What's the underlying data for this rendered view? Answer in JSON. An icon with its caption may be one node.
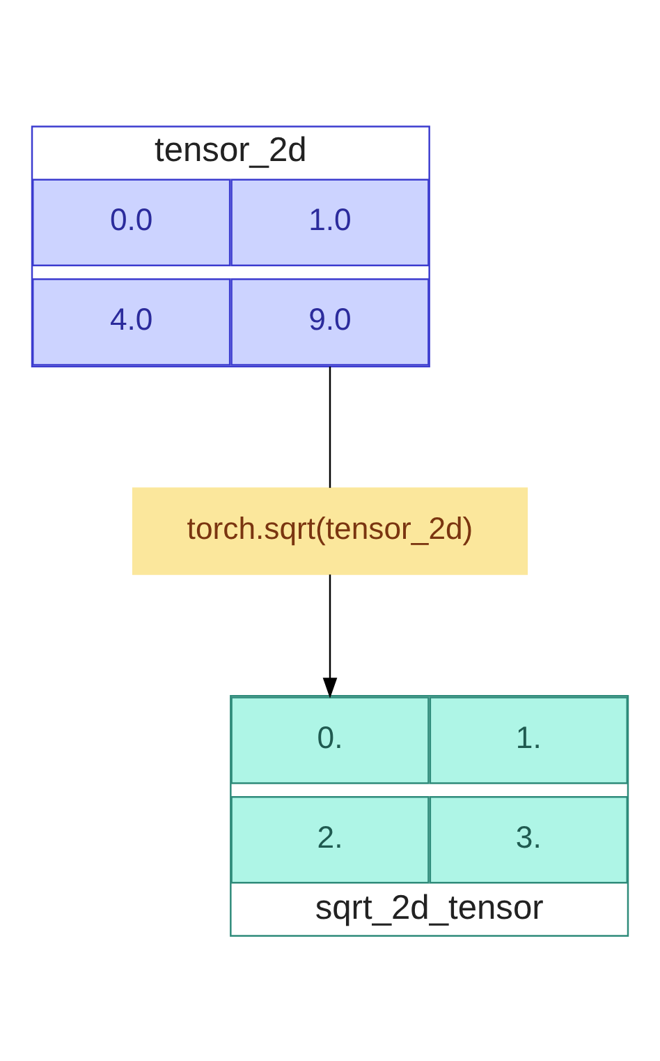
{
  "diagram": {
    "nodes": [
      {
        "text": [
          "tensor_2d"
        ]
      },
      {
        "text": [
          "0.0"
        ],
        "in": 0
      },
      {
        "text": [
          "1.0"
        ],
        "in": 0
      },
      {
        "text": [
          "4.0"
        ],
        "in": 0
      },
      {
        "text": [
          "9.0"
        ],
        "in": 0
      },
      {
        "text": [
          "torch.sqrt(tensor_2d)"
        ]
      },
      {
        "text": [
          "sqrt_2d_tensor"
        ]
      },
      {
        "text": [
          "0."
        ],
        "in": 6
      },
      {
        "text": [
          "1."
        ],
        "in": 6
      },
      {
        "text": [
          "2."
        ],
        "in": 6
      },
      {
        "text": [
          "3."
        ],
        "in": 6
      }
    ],
    "edges": [
      {
        "from": 0,
        "to": 5,
        "arrow": "none"
      },
      {
        "from": 5,
        "to": 6,
        "arrow": "to"
      }
    ]
  }
}
